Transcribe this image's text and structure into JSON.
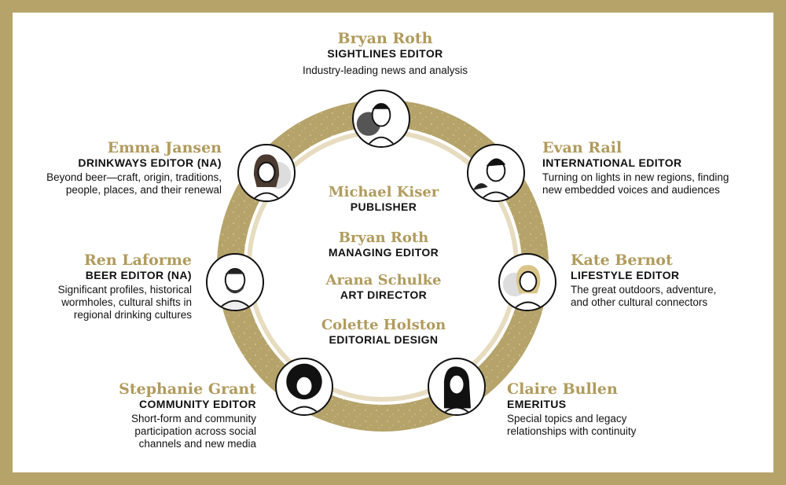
{
  "colors": {
    "gold": "#b5a36a",
    "name_gold": "#b09b5c",
    "ring_light": "#e7dcc0",
    "text": "#111111"
  },
  "top": {
    "name": "Bryan Roth",
    "role": "SIGHTLINES EDITOR",
    "desc": "Industry-leading news and analysis"
  },
  "editors": {
    "emma": {
      "name": "Emma Jansen",
      "role": "DRINKWAYS EDITOR (NA)",
      "desc_lines": [
        "Beyond beer—craft, origin, traditions,",
        "people, places, and their renewal"
      ]
    },
    "evan": {
      "name": "Evan Rail",
      "role": "INTERNATIONAL EDITOR",
      "desc_lines": [
        "Turning on lights in new regions, finding",
        "new embedded voices and audiences"
      ]
    },
    "ren": {
      "name": "Ren Laforme",
      "role": "BEER EDITOR (NA)",
      "desc_lines": [
        "Significant profiles, historical",
        "wormholes, cultural shifts in",
        "regional drinking cultures"
      ]
    },
    "kate": {
      "name": "Kate Bernot",
      "role": "LIFESTYLE EDITOR",
      "desc_lines": [
        "The great outdoors, adventure,",
        "and other cultural connectors"
      ]
    },
    "stephanie": {
      "name": "Stephanie Grant",
      "role": "COMMUNITY EDITOR",
      "desc_lines": [
        "Short-form and community",
        "participation across social",
        "channels and new media"
      ]
    },
    "claire": {
      "name": "Claire Bullen",
      "role": "EMERITUS",
      "desc_lines": [
        "Special topics and legacy",
        "relationships with continuity"
      ]
    }
  },
  "staff": [
    {
      "name": "Michael Kiser",
      "role": "PUBLISHER"
    },
    {
      "name": "Bryan Roth",
      "role": "MANAGING EDITOR"
    },
    {
      "name": "Arana Schulke",
      "role": "ART DIRECTOR"
    },
    {
      "name": "Colette Holston",
      "role": "EDITORIAL DESIGN"
    }
  ],
  "portraits": [
    {
      "person": "bryan-roth",
      "icon": "portrait-illustration"
    },
    {
      "person": "emma-jansen",
      "icon": "portrait-illustration"
    },
    {
      "person": "evan-rail",
      "icon": "portrait-illustration"
    },
    {
      "person": "ren-laforme",
      "icon": "portrait-illustration"
    },
    {
      "person": "kate-bernot",
      "icon": "portrait-illustration"
    },
    {
      "person": "stephanie-grant",
      "icon": "portrait-illustration"
    },
    {
      "person": "claire-bullen",
      "icon": "portrait-illustration"
    }
  ]
}
